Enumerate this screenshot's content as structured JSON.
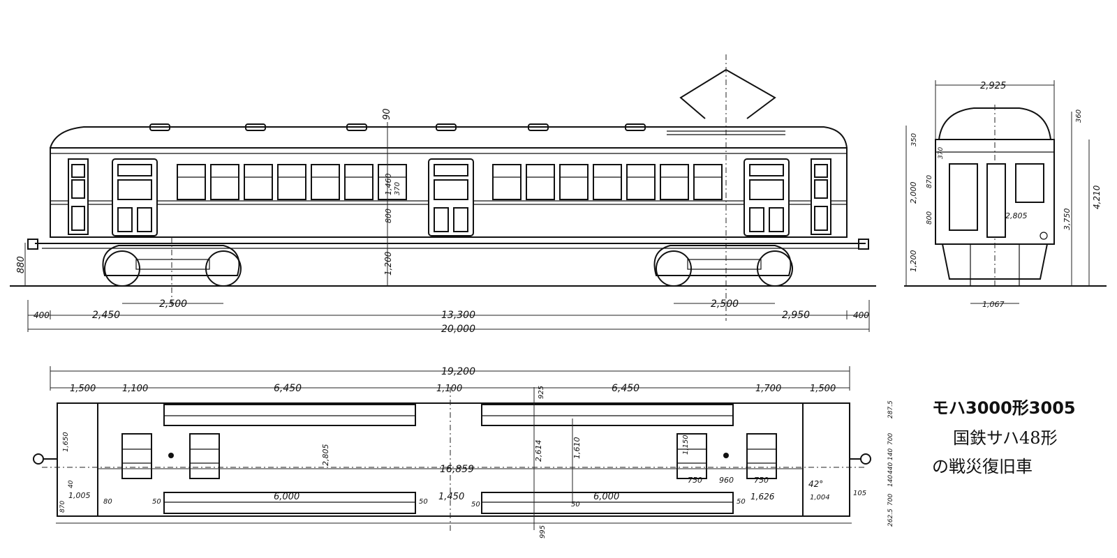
{
  "caption": {
    "line1": "モハ3000形3005",
    "line2": "国鉄サハ48形",
    "line3": "の戦災復旧車"
  },
  "side_view": {
    "roof_height": "90",
    "window_height": "1,460",
    "window_top": "370",
    "belt_to_floor": "800",
    "floor_height": "1,200",
    "coupler_height": "880",
    "truck_wheelbase_left": "2,500",
    "truck_wheelbase_right": "2,500",
    "end_overhang_left": "400",
    "left_truck_offset": "2,450",
    "truck_centers": "13,300",
    "right_truck_offset": "2,950",
    "end_overhang_right": "400",
    "overall_length": "20,000"
  },
  "end_view": {
    "body_width": "2,925",
    "roof_rise": "360",
    "upper_panel": "350",
    "small_dim": "370",
    "window_panel": "2,000",
    "window_dim": "870",
    "lower_panel": "800",
    "floor_height": "1,200",
    "inner_width": "2,805",
    "height_to_roof": "3,750",
    "overall_height": "4,210",
    "gauge": "1,067"
  },
  "plan_view": {
    "body_length": "19,200",
    "seg_1": "1,500",
    "seg_2": "1,100",
    "seg_3": "6,450",
    "seg_4": "1,100",
    "seg_5": "6,450",
    "seg_6": "1,700",
    "seg_7": "1,500",
    "door_top_dim": "925",
    "left_end_dim": "1,650",
    "inner_width": "2,805",
    "seat_spacing": "2,614",
    "seat_width": "1,610",
    "pillar_dim": "1,150",
    "interior_length": "16,859",
    "vestibule": "1,005",
    "small_80": "80",
    "small_50a": "50",
    "seat_len_left": "6,000",
    "small_50b": "50",
    "center_door": "1,450",
    "small_50c": "50",
    "small_50d": "50",
    "seat_len_right": "6,000",
    "small_50e": "50",
    "rear_seg": "1,626",
    "end_seg": "1,004",
    "angle": "42°",
    "bottom_dim": "995",
    "grid_750a": "750",
    "grid_960": "960",
    "grid_750b": "750",
    "end_870": "870",
    "end_40": "40",
    "right_2875": "287.5",
    "right_700a": "700",
    "right_140a": "140",
    "right_440": "440",
    "right_140b": "140",
    "right_700b": "700",
    "right_105": "105",
    "right_2625": "262.5"
  }
}
